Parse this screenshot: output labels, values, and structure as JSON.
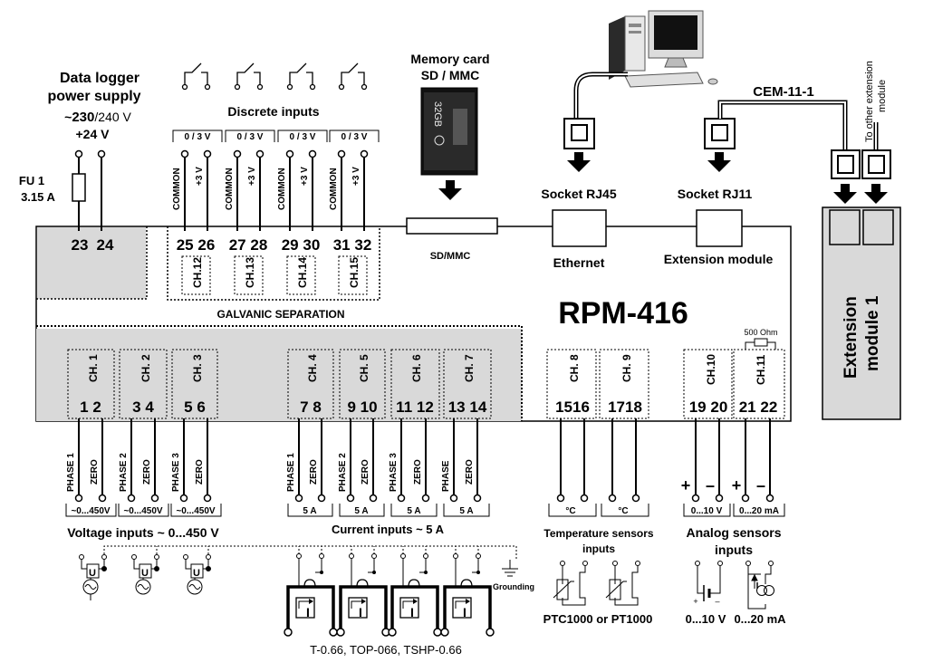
{
  "power": {
    "title_line1": "Data logger",
    "title_line2": "power supply",
    "voltage_ac_prefix": "~",
    "voltage_ac_value": "230",
    "voltage_ac_suffix": "/240 V",
    "voltage_dc": "+24 V",
    "fuse_name": "FU 1",
    "fuse_rating": "3.15 A",
    "terminals": [
      "23",
      "24"
    ]
  },
  "discrete": {
    "title": "Discrete inputs",
    "range_label": "0 / 3 V",
    "common_label": "COMMON",
    "plus_label": "+3 V",
    "channels": [
      {
        "name": "CH.12",
        "terminals": [
          "25",
          "26"
        ]
      },
      {
        "name": "CH.13",
        "terminals": [
          "27",
          "28"
        ]
      },
      {
        "name": "CH.14",
        "terminals": [
          "29",
          "30"
        ]
      },
      {
        "name": "CH.15",
        "terminals": [
          "31",
          "32"
        ]
      }
    ]
  },
  "memory": {
    "title_line1": "Memory card",
    "title_line2": "SD / MMC",
    "card_capacity": "32GB",
    "slot_label": "SD/MMC"
  },
  "ethernet": {
    "socket_label": "Socket RJ45",
    "port_label": "Ethernet"
  },
  "extension_port": {
    "socket_label": "Socket RJ11",
    "port_label": "Extension module"
  },
  "cable_label": "CEM-11-1",
  "other_ext_line1": "To other extension",
  "other_ext_line2": "module",
  "ext_module": {
    "line1": "Extension",
    "line2": "module 1"
  },
  "device_name": "RPM-416",
  "galvanic_label": "GALVANIC SEPARATION",
  "voltage_inputs": {
    "title": "Voltage inputs ~ 0...450 V",
    "channels": [
      {
        "name": "CH. 1",
        "terminals": [
          "1",
          "2"
        ],
        "phase": "PHASE 1",
        "zero": "ZERO",
        "range": "~0...450V"
      },
      {
        "name": "CH. 2",
        "terminals": [
          "3",
          "4"
        ],
        "phase": "PHASE 2",
        "zero": "ZERO",
        "range": "~0...450V"
      },
      {
        "name": "CH. 3",
        "terminals": [
          "5",
          "6"
        ],
        "phase": "PHASE 3",
        "zero": "ZERO",
        "range": "~0...450V"
      }
    ],
    "source_symbol": "U"
  },
  "current_inputs": {
    "title": "Current inputs ~ 5 A",
    "channels": [
      {
        "name": "CH. 4",
        "terminals": [
          "7",
          "8"
        ],
        "phase": "PHASE 1",
        "zero": "ZERO",
        "range": "5 A"
      },
      {
        "name": "CH. 5",
        "terminals": [
          "9",
          "10"
        ],
        "phase": "PHASE 2",
        "zero": "ZERO",
        "range": "5 A"
      },
      {
        "name": "CH. 6",
        "terminals": [
          "11",
          "12"
        ],
        "phase": "PHASE 3",
        "zero": "ZERO",
        "range": "5 A"
      },
      {
        "name": "CH. 7",
        "terminals": [
          "13",
          "14"
        ],
        "phase": "PHASE",
        "zero": "ZERO",
        "range": "5 A"
      }
    ],
    "transformer_symbol": "I",
    "grounding_label": "Grounding",
    "transformers_label": "T-0.66, TOP-066, TSHP-0.66"
  },
  "temperature": {
    "title_line1": "Temperature sensors",
    "title_line2": "inputs",
    "channels": [
      {
        "name": "CH. 8",
        "terminals": [
          "15",
          "16"
        ],
        "range": "°C"
      },
      {
        "name": "CH. 9",
        "terminals": [
          "17",
          "18"
        ],
        "range": "°C"
      }
    ],
    "sensor_types": "PTC1000 or PT1000"
  },
  "analog": {
    "title_line1": "Analog sensors",
    "title_line2": "inputs",
    "resistor_label": "500 Ohm",
    "plus": "+",
    "minus": "–",
    "channels": [
      {
        "name": "CH.10",
        "terminals": [
          "19",
          "20"
        ],
        "range": "0...10 V"
      },
      {
        "name": "CH.11",
        "terminals": [
          "21",
          "22"
        ],
        "range": "0...20 mA"
      }
    ],
    "sensor_voltage": "0...10 V",
    "sensor_current": "0...20 mA",
    "current_symbol": "I"
  }
}
